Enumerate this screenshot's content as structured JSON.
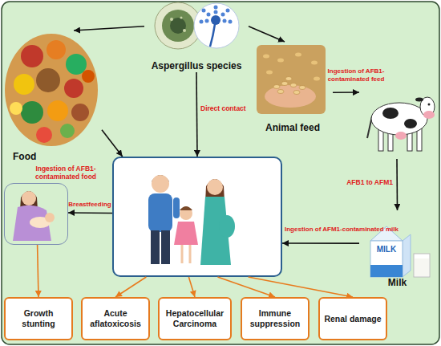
{
  "diagram": {
    "nodes": [
      {
        "text": [
          "Aspergillus species"
        ]
      },
      {
        "text": [
          "Food"
        ]
      },
      {
        "text": [
          "Animal feed"
        ]
      },
      {
        "text": []
      },
      {
        "text": []
      },
      {
        "text": []
      },
      {
        "text": [
          "Milk"
        ]
      },
      {
        "text": [
          "Growth stunting"
        ]
      },
      {
        "text": [
          "Acute aflatoxicosis"
        ]
      },
      {
        "text": [
          "Hepatocellular Carcinoma"
        ]
      },
      {
        "text": [
          "Immune suppression"
        ]
      },
      {
        "text": [
          "Renal damage"
        ]
      }
    ],
    "edges": [
      {
        "from": 0,
        "to": 1,
        "arrow": "to"
      },
      {
        "from": 0,
        "to": 2,
        "arrow": "to"
      },
      {
        "from": 0,
        "to": 4,
        "label": "Direct contact",
        "arrow": "to"
      },
      {
        "from": 1,
        "to": 4,
        "label": "Ingestion of AFB1- contaminated food",
        "arrow": "to"
      },
      {
        "from": 2,
        "to": 3,
        "label": "Ingestion of AFB1- contaminated feed",
        "arrow": "to"
      },
      {
        "from": 3,
        "to": 6,
        "label": "AFB1 to AFM1",
        "arrow": "to"
      },
      {
        "from": 6,
        "to": 4,
        "label": "Ingestion of AFM1-contaminated milk",
        "arrow": "to"
      },
      {
        "from": 4,
        "to": 5,
        "label": "Breastfeeding",
        "arrow": "to"
      },
      {
        "from": 5,
        "to": 7,
        "arrow": "to"
      },
      {
        "from": 4,
        "to": 8,
        "arrow": "to"
      },
      {
        "from": 4,
        "to": 9,
        "arrow": "to"
      },
      {
        "from": 4,
        "to": 10,
        "arrow": "to"
      },
      {
        "from": 4,
        "to": 11,
        "arrow": "to"
      }
    ],
    "labels": [
      "MILK"
    ]
  }
}
